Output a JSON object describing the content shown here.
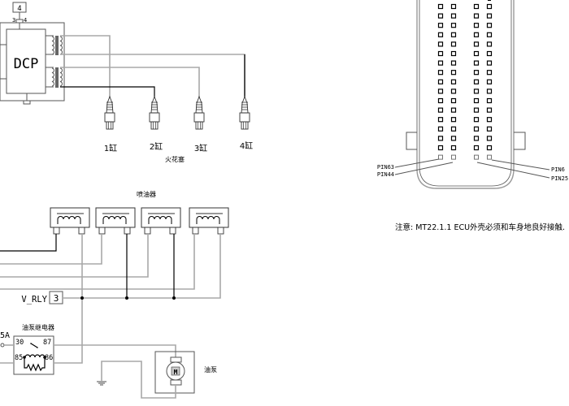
{
  "ignition": {
    "module_label": "DCP",
    "connector_pin_label": "4",
    "pin_left": "3",
    "pin_right": "4",
    "plug_labels": [
      "1缸",
      "2缸",
      "3缸",
      "4缸"
    ],
    "group_label": "火花塞"
  },
  "ecu": {
    "pin_labels_left": [
      "PIN63",
      "PIN44"
    ],
    "pin_labels_right": [
      "PIN6",
      "PIN25"
    ],
    "pin_rows": 17,
    "pin_columns": 4,
    "note": "注意: MT22.1.1  ECU外壳必须和车身地良好接触."
  },
  "injectors": {
    "group_label": "喷油器",
    "count": 4
  },
  "relay_supply": {
    "label": "V_RLY",
    "connector_number": "3"
  },
  "fuel_pump_relay": {
    "title": "油泵继电器",
    "terminals": [
      "30",
      "87",
      "85",
      "86"
    ],
    "fuse_label": "5A"
  },
  "fuel_pump": {
    "motor_label": "M",
    "title": "油泵"
  }
}
